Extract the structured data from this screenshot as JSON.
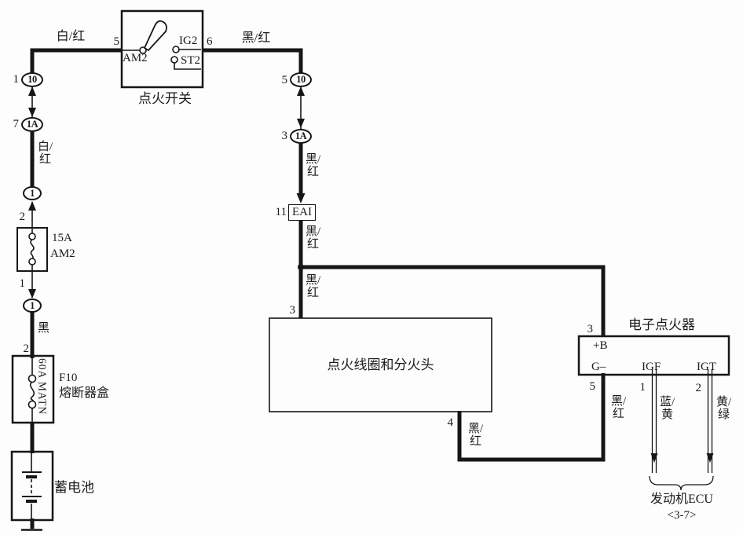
{
  "switch": {
    "title": "点火开关",
    "pin_left": "5",
    "pin_right": "6",
    "term_am2": "AM2",
    "term_ig2": "IG2",
    "term_st2": "ST2"
  },
  "wires": {
    "white_red_top": "白/红",
    "black_red_top": "黑/红",
    "white_red_left": "白/红",
    "black_left": "黑",
    "black_red_r1": "黑/红",
    "black_red_r2": "黑/红",
    "black_red_r3": "黑/红",
    "black_red_coil4": "黑/红",
    "black_red_g": "黑/红",
    "blue_yellow": "蓝/黄",
    "yellow_green": "黄/绿"
  },
  "connectors": {
    "left_10": {
      "pin": "1",
      "id": "10"
    },
    "left_1a": {
      "pin": "7",
      "id": "1A"
    },
    "mid_1_upper": {
      "id": "1"
    },
    "mid_1_lower": {
      "id": "1"
    },
    "right_10": {
      "pin": "5",
      "id": "10"
    },
    "right_1a": {
      "pin": "3",
      "id": "1A"
    },
    "eai": {
      "pin": "11",
      "id": "EAI"
    }
  },
  "fuse_am2": {
    "pin_top": "2",
    "pin_bottom": "1",
    "rating": "15A",
    "name": "AM2"
  },
  "fuse_main": {
    "pin_top": "2",
    "rating": "60A MATN",
    "name": "F10",
    "caption": "熔断器盒"
  },
  "battery": {
    "caption": "蓄电池"
  },
  "coil": {
    "pin_top": "3",
    "pin_bottom": "4",
    "caption": "点火线圈和分火头"
  },
  "igniter": {
    "title": "电子点火器",
    "term_b": "+B",
    "term_g": "G–",
    "term_igf": "IGF",
    "term_igt": "IGT",
    "pin_b": "3",
    "pin_g": "5",
    "pin_igf": "1",
    "pin_igt": "2"
  },
  "ecu": {
    "caption": "发动机ECU",
    "ref": "<3-7>"
  }
}
